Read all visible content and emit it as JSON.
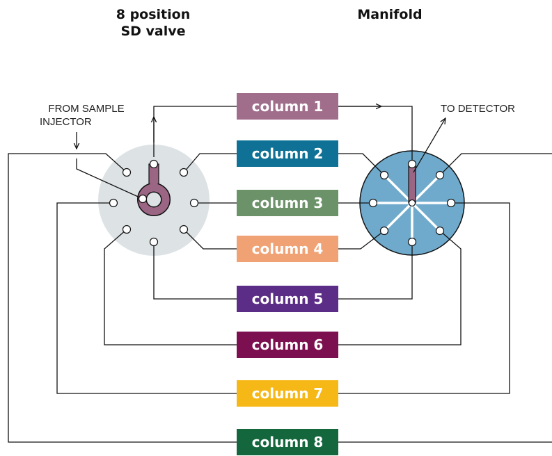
{
  "titles": {
    "valve_line1": "8 position",
    "valve_line2": "SD valve",
    "manifold": "Manifold"
  },
  "labels": {
    "from_line1": "FROM SAMPLE",
    "from_line2": "INJECTOR",
    "to_detector": "TO DETECTOR"
  },
  "columns": [
    {
      "label": "column 1",
      "color": "#a06d8b"
    },
    {
      "label": "column 2",
      "color": "#0e7195"
    },
    {
      "label": "column 3",
      "color": "#6b9268"
    },
    {
      "label": "column 4",
      "color": "#f0a274"
    },
    {
      "label": "column 5",
      "color": "#5c2d86"
    },
    {
      "label": "column 6",
      "color": "#7c0f4f"
    },
    {
      "label": "column 7",
      "color": "#f6b817"
    },
    {
      "label": "column 8",
      "color": "#14673d"
    }
  ],
  "colors": {
    "valve_body": "#dde2e5",
    "manifold_body": "#6faacc",
    "rotor": "#9b6584",
    "line": "#111111"
  }
}
